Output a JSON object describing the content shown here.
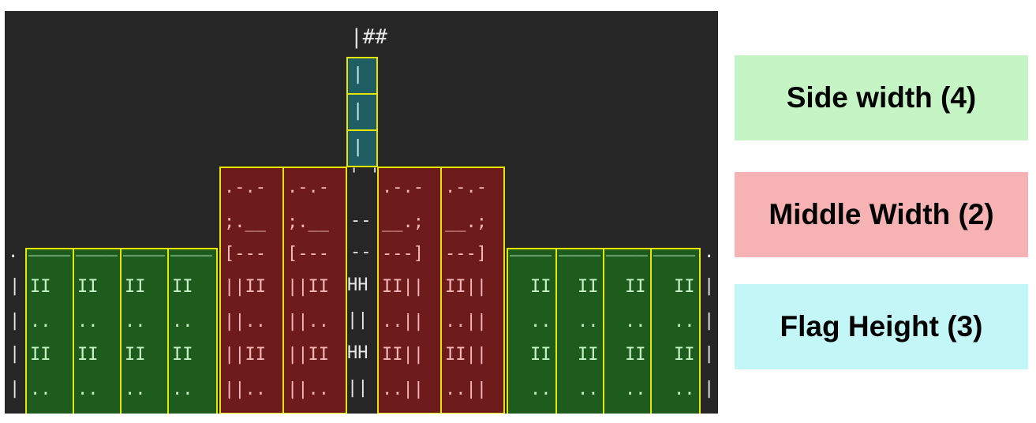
{
  "ascii": {
    "flag_top": "|##",
    "flag_pole": "|",
    "flag_base": "' '",
    "middle": {
      "row1": ".-.-",
      "row2": ";.__",
      "row2_right": "__.;",
      "row3_left": "[---",
      "row3_right": "---]",
      "center_row2": "--",
      "center_row3": "--",
      "door_i": "||II",
      "door_i_right": "II||",
      "door_d": "||..",
      "door_d_right": "..||",
      "hh": "HH",
      "pipes": "||"
    },
    "side": {
      "roof": "____",
      "row_i": "II",
      "row_d": "..",
      "edge_dot": ".",
      "edge_bar": "|"
    }
  },
  "legend": {
    "side": "Side width (4)",
    "middle": "Middle Width (2)",
    "flag": "Flag Height (3)"
  },
  "colors": {
    "terminal_bg": "#262626",
    "box_border": "#e6e600",
    "flag_fill": "#1f5f63",
    "middle_fill": "#6e1b1b",
    "side_fill": "#1d5c1d",
    "legend_side": "#c5f5c5",
    "legend_middle": "#f7b3b3",
    "legend_flag": "#c3f7f7"
  }
}
